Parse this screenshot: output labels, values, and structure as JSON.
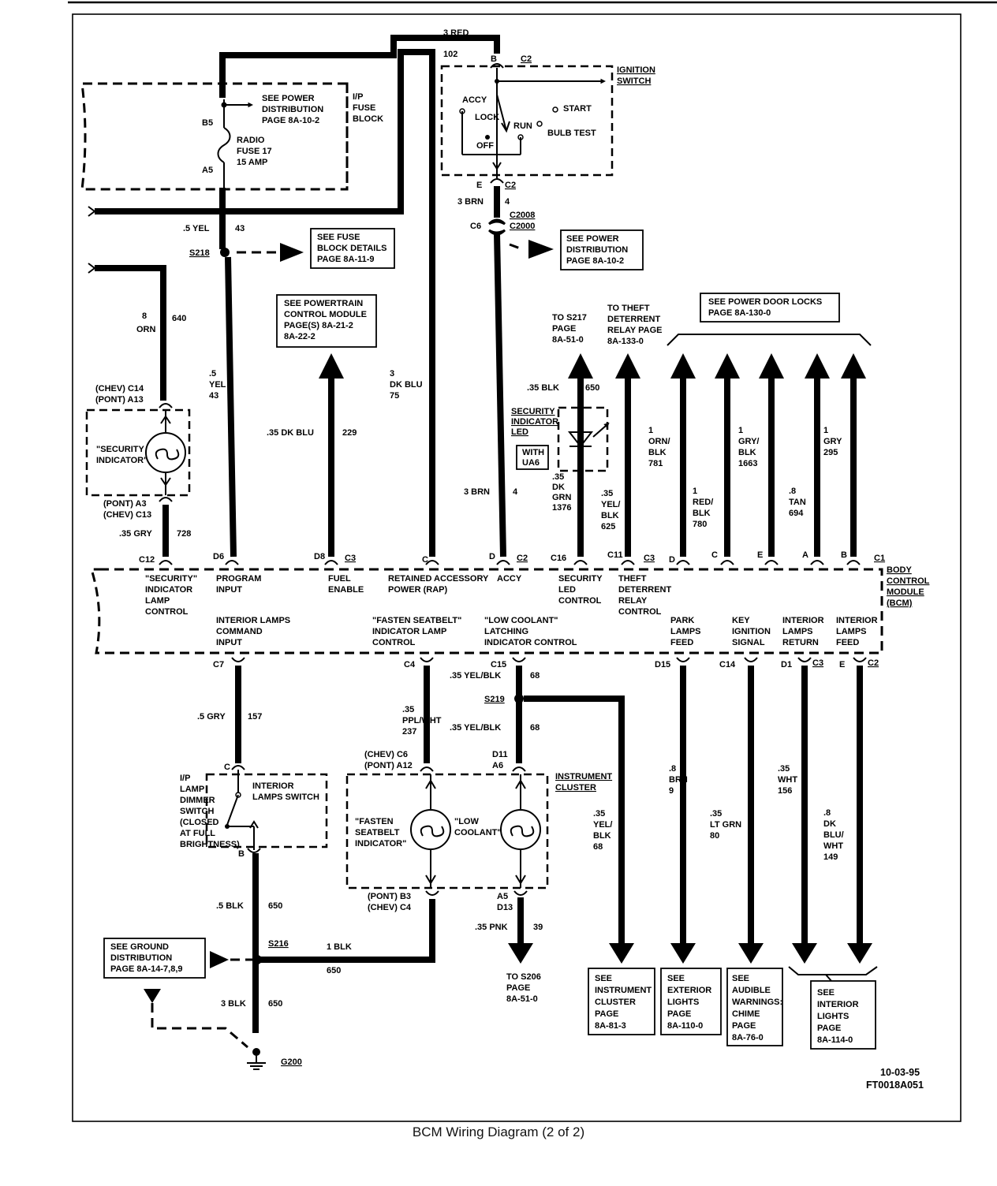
{
  "caption": "BCM Wiring Diagram (2 of 2)",
  "figure_id": {
    "date": "10-03-95",
    "code": "FT0018A051"
  },
  "fuse_block": {
    "label": [
      "I/P",
      "FUSE",
      "BLOCK"
    ],
    "see_power": [
      "SEE POWER",
      "DISTRIBUTION",
      "PAGE 8A-10-2"
    ],
    "fuse": [
      "RADIO",
      "FUSE 17",
      "15 AMP"
    ],
    "pin_top": "B5",
    "pin_bottom": "A5"
  },
  "ignition_switch": {
    "label": [
      "IGNITION",
      "SWITCH"
    ],
    "positions": [
      "ACCY",
      "LOCK",
      "RUN",
      "START",
      "OFF",
      "BULB TEST"
    ],
    "top_connector": {
      "pin": "B",
      "conn": "C2"
    },
    "bottom_connector": {
      "pin": "E",
      "conn": "C2"
    },
    "feed_wire": {
      "size_color": "3 RED",
      "circuit": "102"
    }
  },
  "splices": {
    "s218": "S218",
    "s219": "S219",
    "s216": "S216",
    "g200": "G200"
  },
  "boxes": {
    "fuse_details": [
      "SEE FUSE",
      "BLOCK DETAILS",
      "PAGE 8A-11-9"
    ],
    "powertrain": [
      "SEE POWERTRAIN",
      "CONTROL MODULE",
      "PAGE(S) 8A-21-2",
      "8A-22-2"
    ],
    "power_dist": [
      "SEE POWER",
      "DISTRIBUTION",
      "PAGE 8A-10-2"
    ],
    "door_locks": [
      "SEE POWER DOOR LOCKS",
      "PAGE 8A-130-0"
    ],
    "ground_dist": [
      "SEE GROUND",
      "DISTRIBUTION",
      "PAGE 8A-14-7,8,9"
    ],
    "instrument_cluster": [
      "SEE",
      "INSTRUMENT",
      "CLUSTER",
      "PAGE",
      "8A-81-3"
    ],
    "exterior_lights": [
      "SEE",
      "EXTERIOR",
      "LIGHTS",
      "PAGE",
      "8A-110-0"
    ],
    "audible_warnings": [
      "SEE",
      "AUDIBLE",
      "WARNINGS:",
      "CHIME",
      "PAGE",
      "8A-76-0"
    ],
    "interior_lights": [
      "SEE",
      "INTERIOR",
      "LIGHTS",
      "PAGE",
      "8A-114-0"
    ],
    "with_ua6": [
      "WITH",
      "UA6"
    ]
  },
  "references": {
    "s217": [
      "TO S217",
      "PAGE",
      "8A-51-0"
    ],
    "theft_relay": [
      "TO THEFT",
      "DETERRENT",
      "RELAY PAGE",
      "8A-133-0"
    ],
    "s206": [
      "TO S206",
      "PAGE",
      "8A-51-0"
    ]
  },
  "wires_top": {
    "w640": [
      "8",
      "ORN",
      "640"
    ],
    "w43a": [
      ".5 YEL",
      "43"
    ],
    "w43b": [
      ".5",
      "YEL",
      "43"
    ],
    "w229": [
      ".35 DK BLU",
      "229"
    ],
    "w75": [
      "3",
      "DK BLU",
      "75"
    ],
    "w4a": [
      "3 BRN",
      "4"
    ],
    "w4b": [
      "3 BRN",
      "4"
    ],
    "w650": [
      ".35 BLK",
      "650"
    ],
    "w1376": [
      ".35",
      "DK",
      "GRN",
      "1376"
    ],
    "w625": [
      ".35",
      "YEL/",
      "BLK",
      "625"
    ],
    "w781": [
      "1",
      "ORN/",
      "BLK",
      "781"
    ],
    "w780": [
      "1",
      "RED/",
      "BLK",
      "780"
    ],
    "w1663": [
      "1",
      "GRY/",
      "BLK",
      "1663"
    ],
    "w694": [
      ".8",
      "TAN",
      "694"
    ],
    "w295": [
      "1",
      "GRY",
      "295"
    ],
    "w728": [
      ".35 GRY",
      "728"
    ],
    "c2008": [
      "C2008",
      "C2000"
    ],
    "c6": "C6"
  },
  "security_indicator": {
    "label": [
      "\"SECURITY",
      "INDICATOR\""
    ],
    "top": [
      "(CHEV) C14",
      "(PONT) A13"
    ],
    "bottom": [
      "(PONT) A3",
      "(CHEV) C13"
    ]
  },
  "security_led": [
    "SECURITY",
    "INDICATOR",
    "LED"
  ],
  "bcm": {
    "label": [
      "BODY",
      "CONTROL",
      "MODULE",
      "(BCM)"
    ],
    "top_pins": [
      "C12",
      "D6",
      "D8",
      "C3",
      "C",
      "D",
      "C2",
      "C16",
      "C11",
      "C3",
      "D",
      "C",
      "E",
      "A",
      "B",
      "C1"
    ],
    "functions_top": {
      "security": [
        "\"SECURITY\"",
        "INDICATOR",
        "LAMP",
        "CONTROL"
      ],
      "program": [
        "PROGRAM",
        "INPUT"
      ],
      "fuel": [
        "FUEL",
        "ENABLE"
      ],
      "rap": [
        "RETAINED ACCESSORY",
        "POWER (RAP)"
      ],
      "accy": [
        "ACCY"
      ],
      "led": [
        "SECURITY",
        "LED",
        "CONTROL"
      ],
      "theft": [
        "THEFT",
        "DETERRENT",
        "RELAY",
        "CONTROL"
      ]
    },
    "functions_bottom": {
      "interior_cmd": [
        "INTERIOR LAMPS",
        "COMMAND",
        "INPUT"
      ],
      "seatbelt": [
        "\"FASTEN SEATBELT\"",
        "INDICATOR LAMP",
        "CONTROL"
      ],
      "coolant": [
        "\"LOW COOLANT\"",
        "LATCHING",
        "INDICATOR CONTROL"
      ],
      "park": [
        "PARK",
        "LAMPS",
        "FEED"
      ],
      "key": [
        "KEY",
        "IGNITION",
        "SIGNAL"
      ],
      "int_return": [
        "INTERIOR",
        "LAMPS",
        "RETURN"
      ],
      "int_feed": [
        "INTERIOR",
        "LAMPS",
        "FEED"
      ]
    },
    "bottom_pins": [
      "C7",
      "C4",
      "C15",
      "D15",
      "C14",
      "D1",
      "C3",
      "E",
      "C2"
    ]
  },
  "wires_bottom": {
    "w157": [
      ".5 GRY",
      "157"
    ],
    "w237": [
      ".35",
      "PPL/WHT",
      "237"
    ],
    "w68a": [
      ".35 YEL/BLK",
      "68"
    ],
    "w68b": [
      ".35 YEL/BLK",
      "68"
    ],
    "w68c": [
      ".35",
      "YEL/",
      "BLK",
      "68"
    ],
    "w9": [
      ".8",
      "BRN",
      "9"
    ],
    "w80": [
      ".35",
      "LT GRN",
      "80"
    ],
    "w156": [
      ".35",
      "WHT",
      "156"
    ],
    "w149": [
      ".8",
      "DK",
      "BLU/",
      "WHT",
      "149"
    ],
    "w650a": [
      ".5 BLK",
      "650"
    ],
    "w650b": [
      "1 BLK",
      "650"
    ],
    "w650c": [
      "3 BLK",
      "650"
    ],
    "w39": [
      ".35 PNK",
      "39"
    ]
  },
  "dimmer": {
    "label": [
      "I/P",
      "LAMP",
      "DIMMER",
      "SWITCH",
      "(CLOSED",
      "AT FULL",
      "BRIGHTNESS)"
    ],
    "switch": [
      "INTERIOR",
      "LAMPS SWITCH"
    ],
    "pin_top": "C",
    "pin_bottom": "B"
  },
  "cluster": {
    "label": [
      "INSTRUMENT",
      "CLUSTER"
    ],
    "seatbelt": [
      "\"FASTEN",
      "SEATBELT",
      "INDICATOR\""
    ],
    "coolant": [
      "\"LOW",
      "COOLANT\""
    ],
    "seat_top": [
      "(CHEV) C6",
      "(PONT) A12"
    ],
    "cool_top": [
      "D11",
      "A6"
    ],
    "seat_bottom": [
      "(PONT) B3",
      "(CHEV) C4"
    ],
    "cool_bottom": [
      "A5",
      "D13"
    ]
  }
}
